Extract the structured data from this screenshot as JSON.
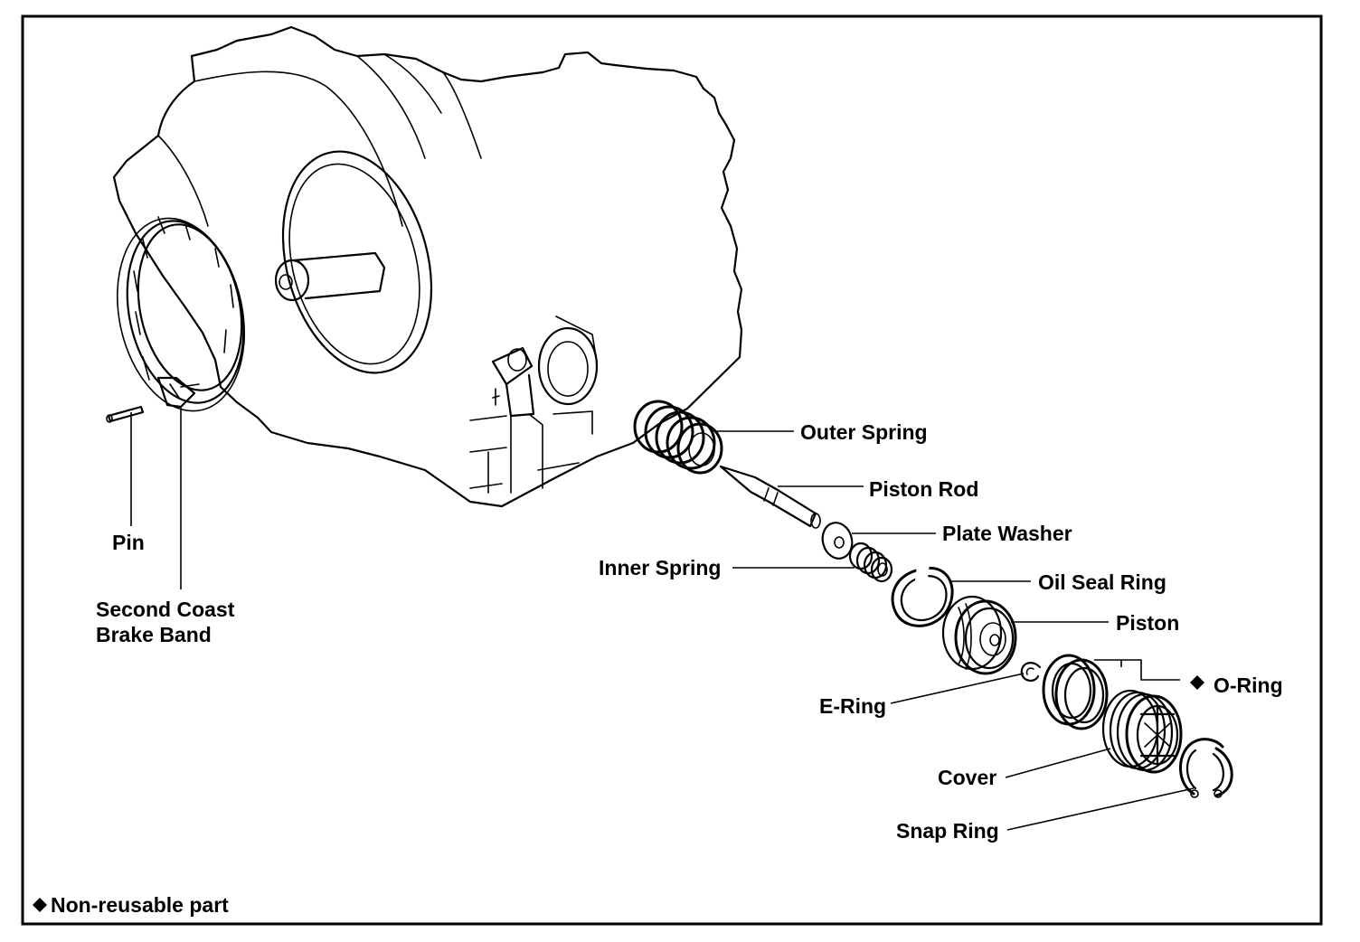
{
  "labels": {
    "outer_spring": "Outer Spring",
    "piston_rod": "Piston Rod",
    "plate_washer": "Plate Washer",
    "inner_spring": "Inner Spring",
    "oil_seal_ring": "Oil Seal Ring",
    "piston": "Piston",
    "o_ring": "O-Ring",
    "e_ring": "E-Ring",
    "cover": "Cover",
    "snap_ring": "Snap Ring",
    "pin": "Pin",
    "brake_band_line1": "Second Coast",
    "brake_band_line2": "Brake Band"
  },
  "legend": {
    "text": "Non-reusable part"
  },
  "icons": {
    "non_reusable_marker": "black-diamond-icon"
  }
}
